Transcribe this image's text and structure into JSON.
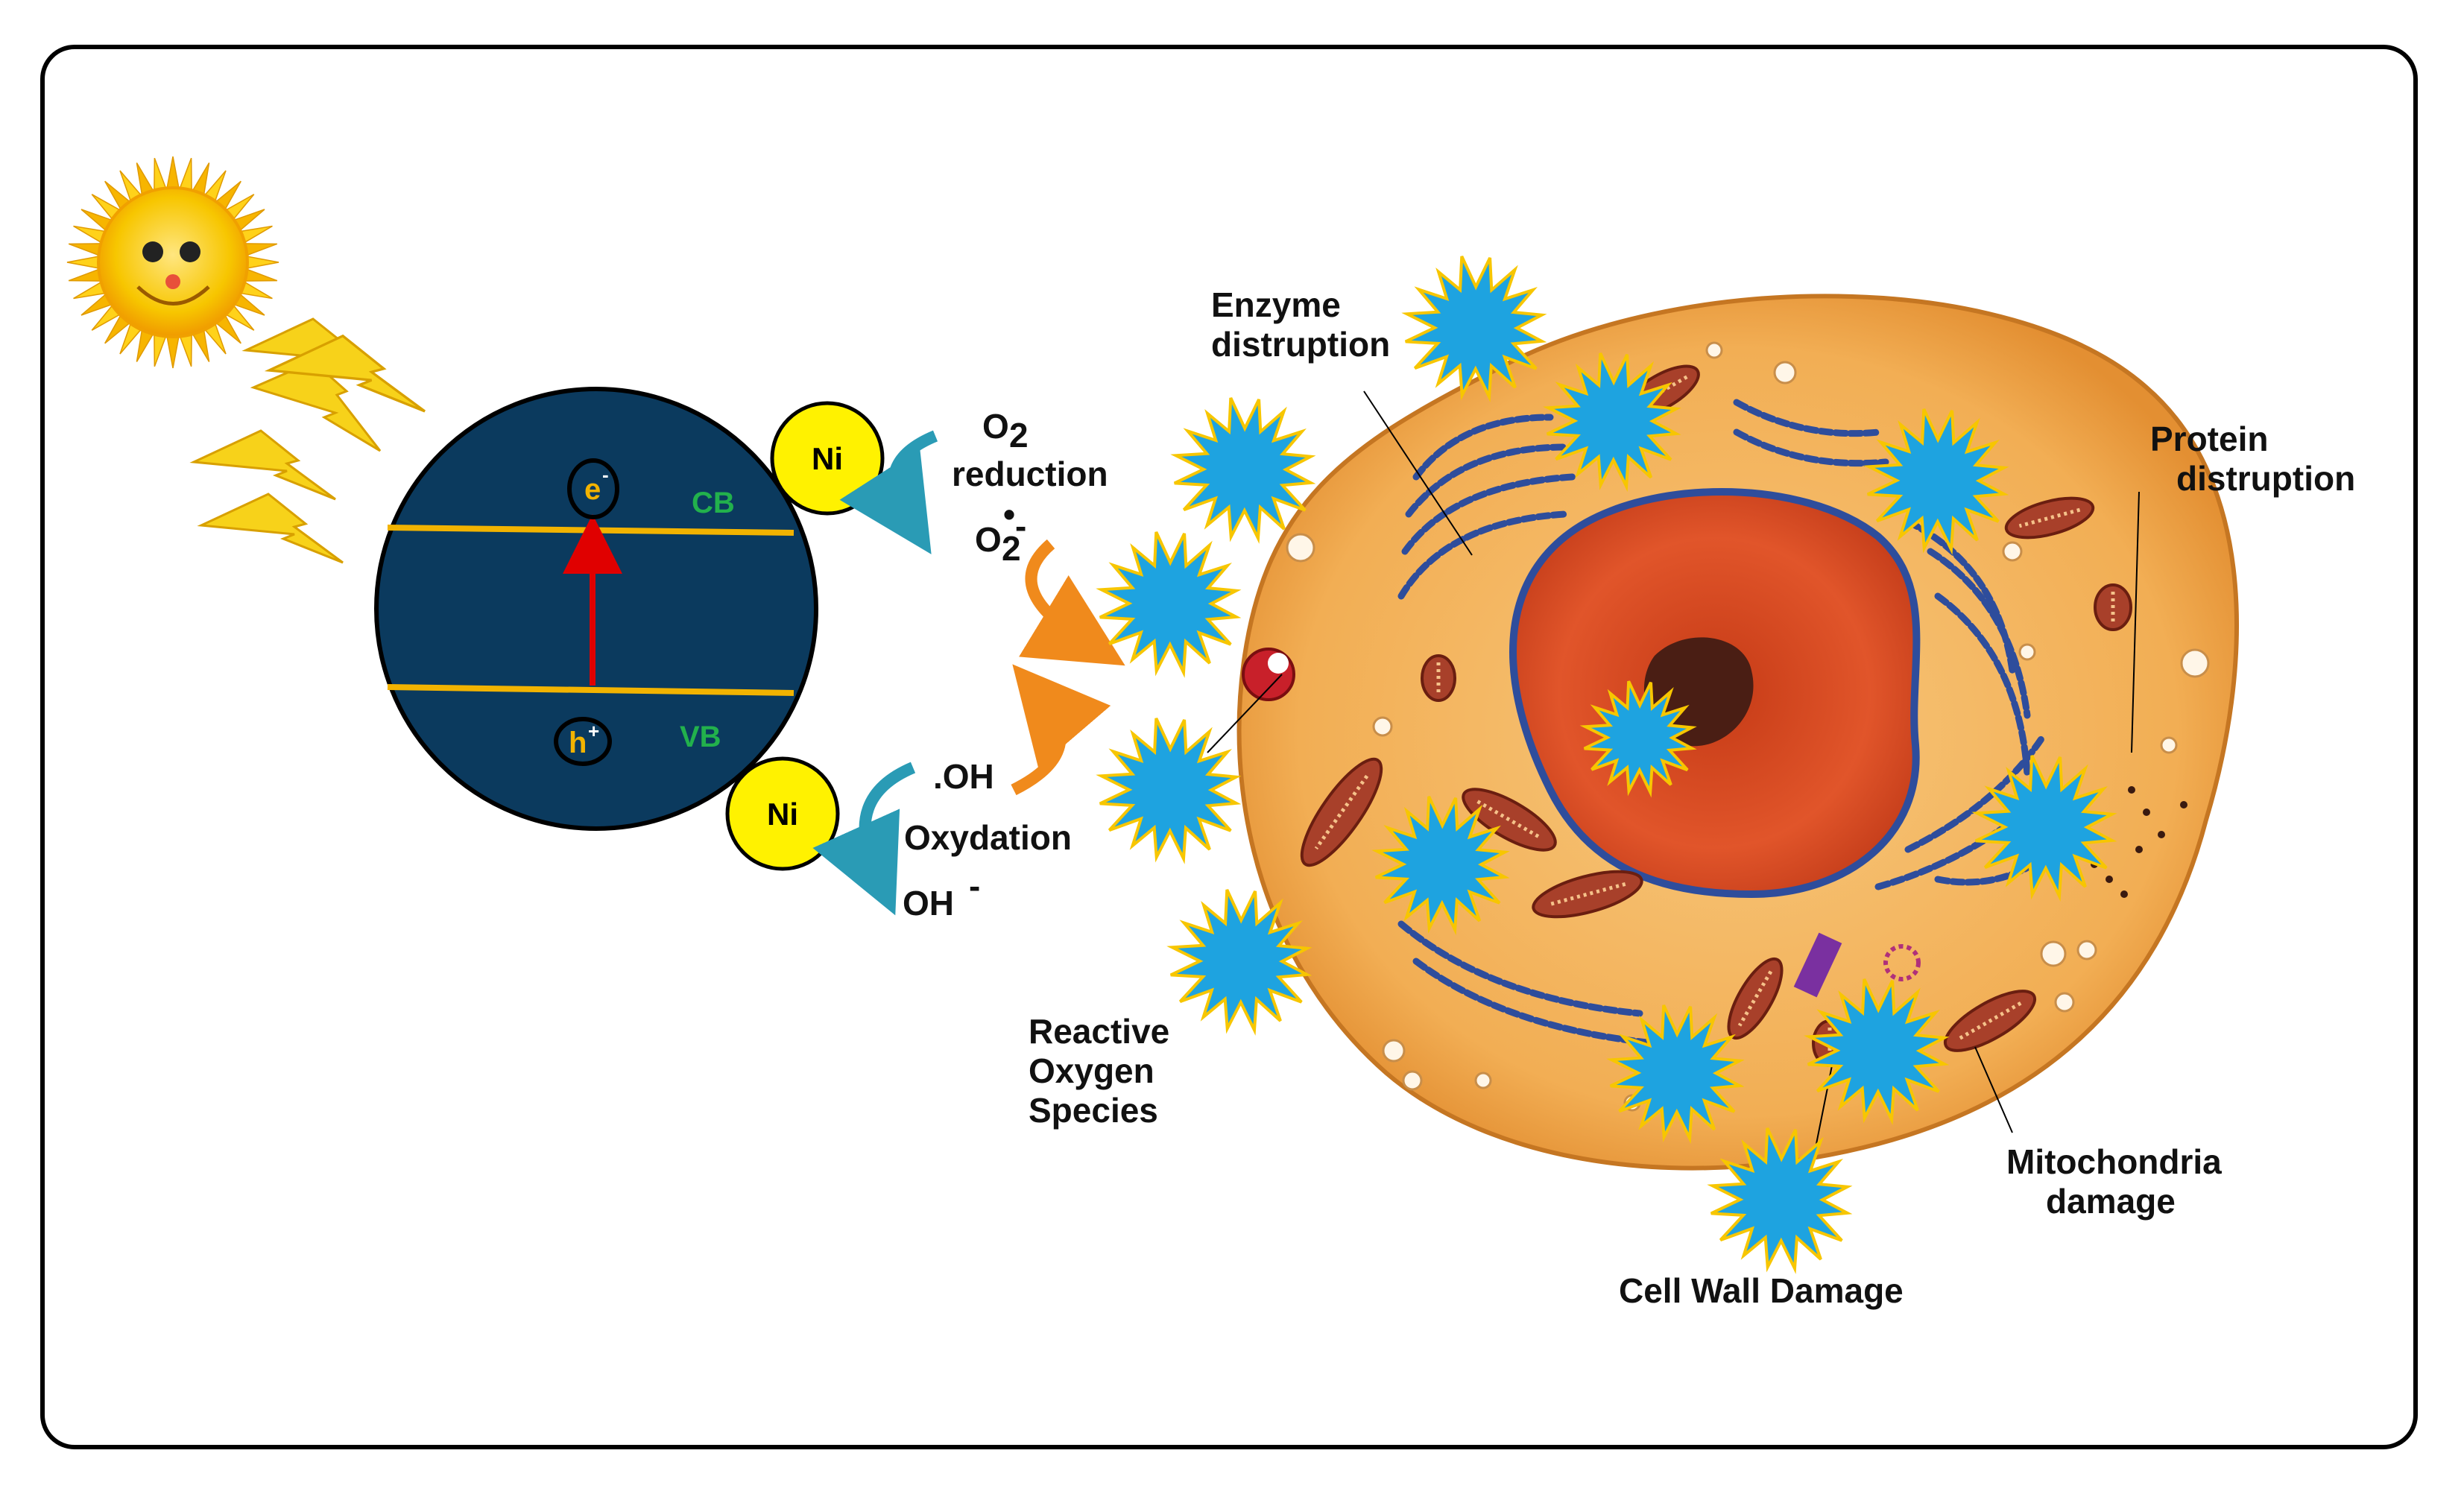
{
  "semiconductor": {
    "electron": "e",
    "electron_charge": "-",
    "hole": "h",
    "hole_charge": "+",
    "conduction_band": "CB",
    "valence_band": "VB"
  },
  "nickel": {
    "top": "Ni",
    "bottom": "Ni"
  },
  "reduction": {
    "o2": "O",
    "o2_sub": "2",
    "label": "reduction",
    "superoxide": "O",
    "superoxide_sub": "2",
    "superoxide_sup": "-",
    "superoxide_dot": "•"
  },
  "oxidation": {
    "hydroxyl_radical": ".OH",
    "label": "Oxydation",
    "hydroxide": "OH",
    "hydroxide_sup": "-"
  },
  "labels": {
    "ros": [
      "Reactive",
      "Oxygen",
      "Species"
    ],
    "enzyme": [
      "Enzyme",
      "distruption"
    ],
    "protein": [
      "Protein",
      "distruption"
    ],
    "mitochondria": [
      "Mitochondria",
      "damage"
    ],
    "cell_wall": "Cell Wall Damage"
  },
  "colors": {
    "sun": "#F7C600",
    "particle": "#0B3A5E",
    "band_line": "#F2B300",
    "band_label": "#22B14C",
    "nickel": "#FFF200",
    "excitation_arrow": "#E00000",
    "reduction_arrow": "#2A9BB5",
    "ros_arrow": "#F08A1C",
    "ros_burst": "#1EA3E0",
    "cell": "#F3B35C",
    "nucleus": "#D9431E",
    "er": "#2E4D9C",
    "mitochondria": "#9C3A22"
  }
}
